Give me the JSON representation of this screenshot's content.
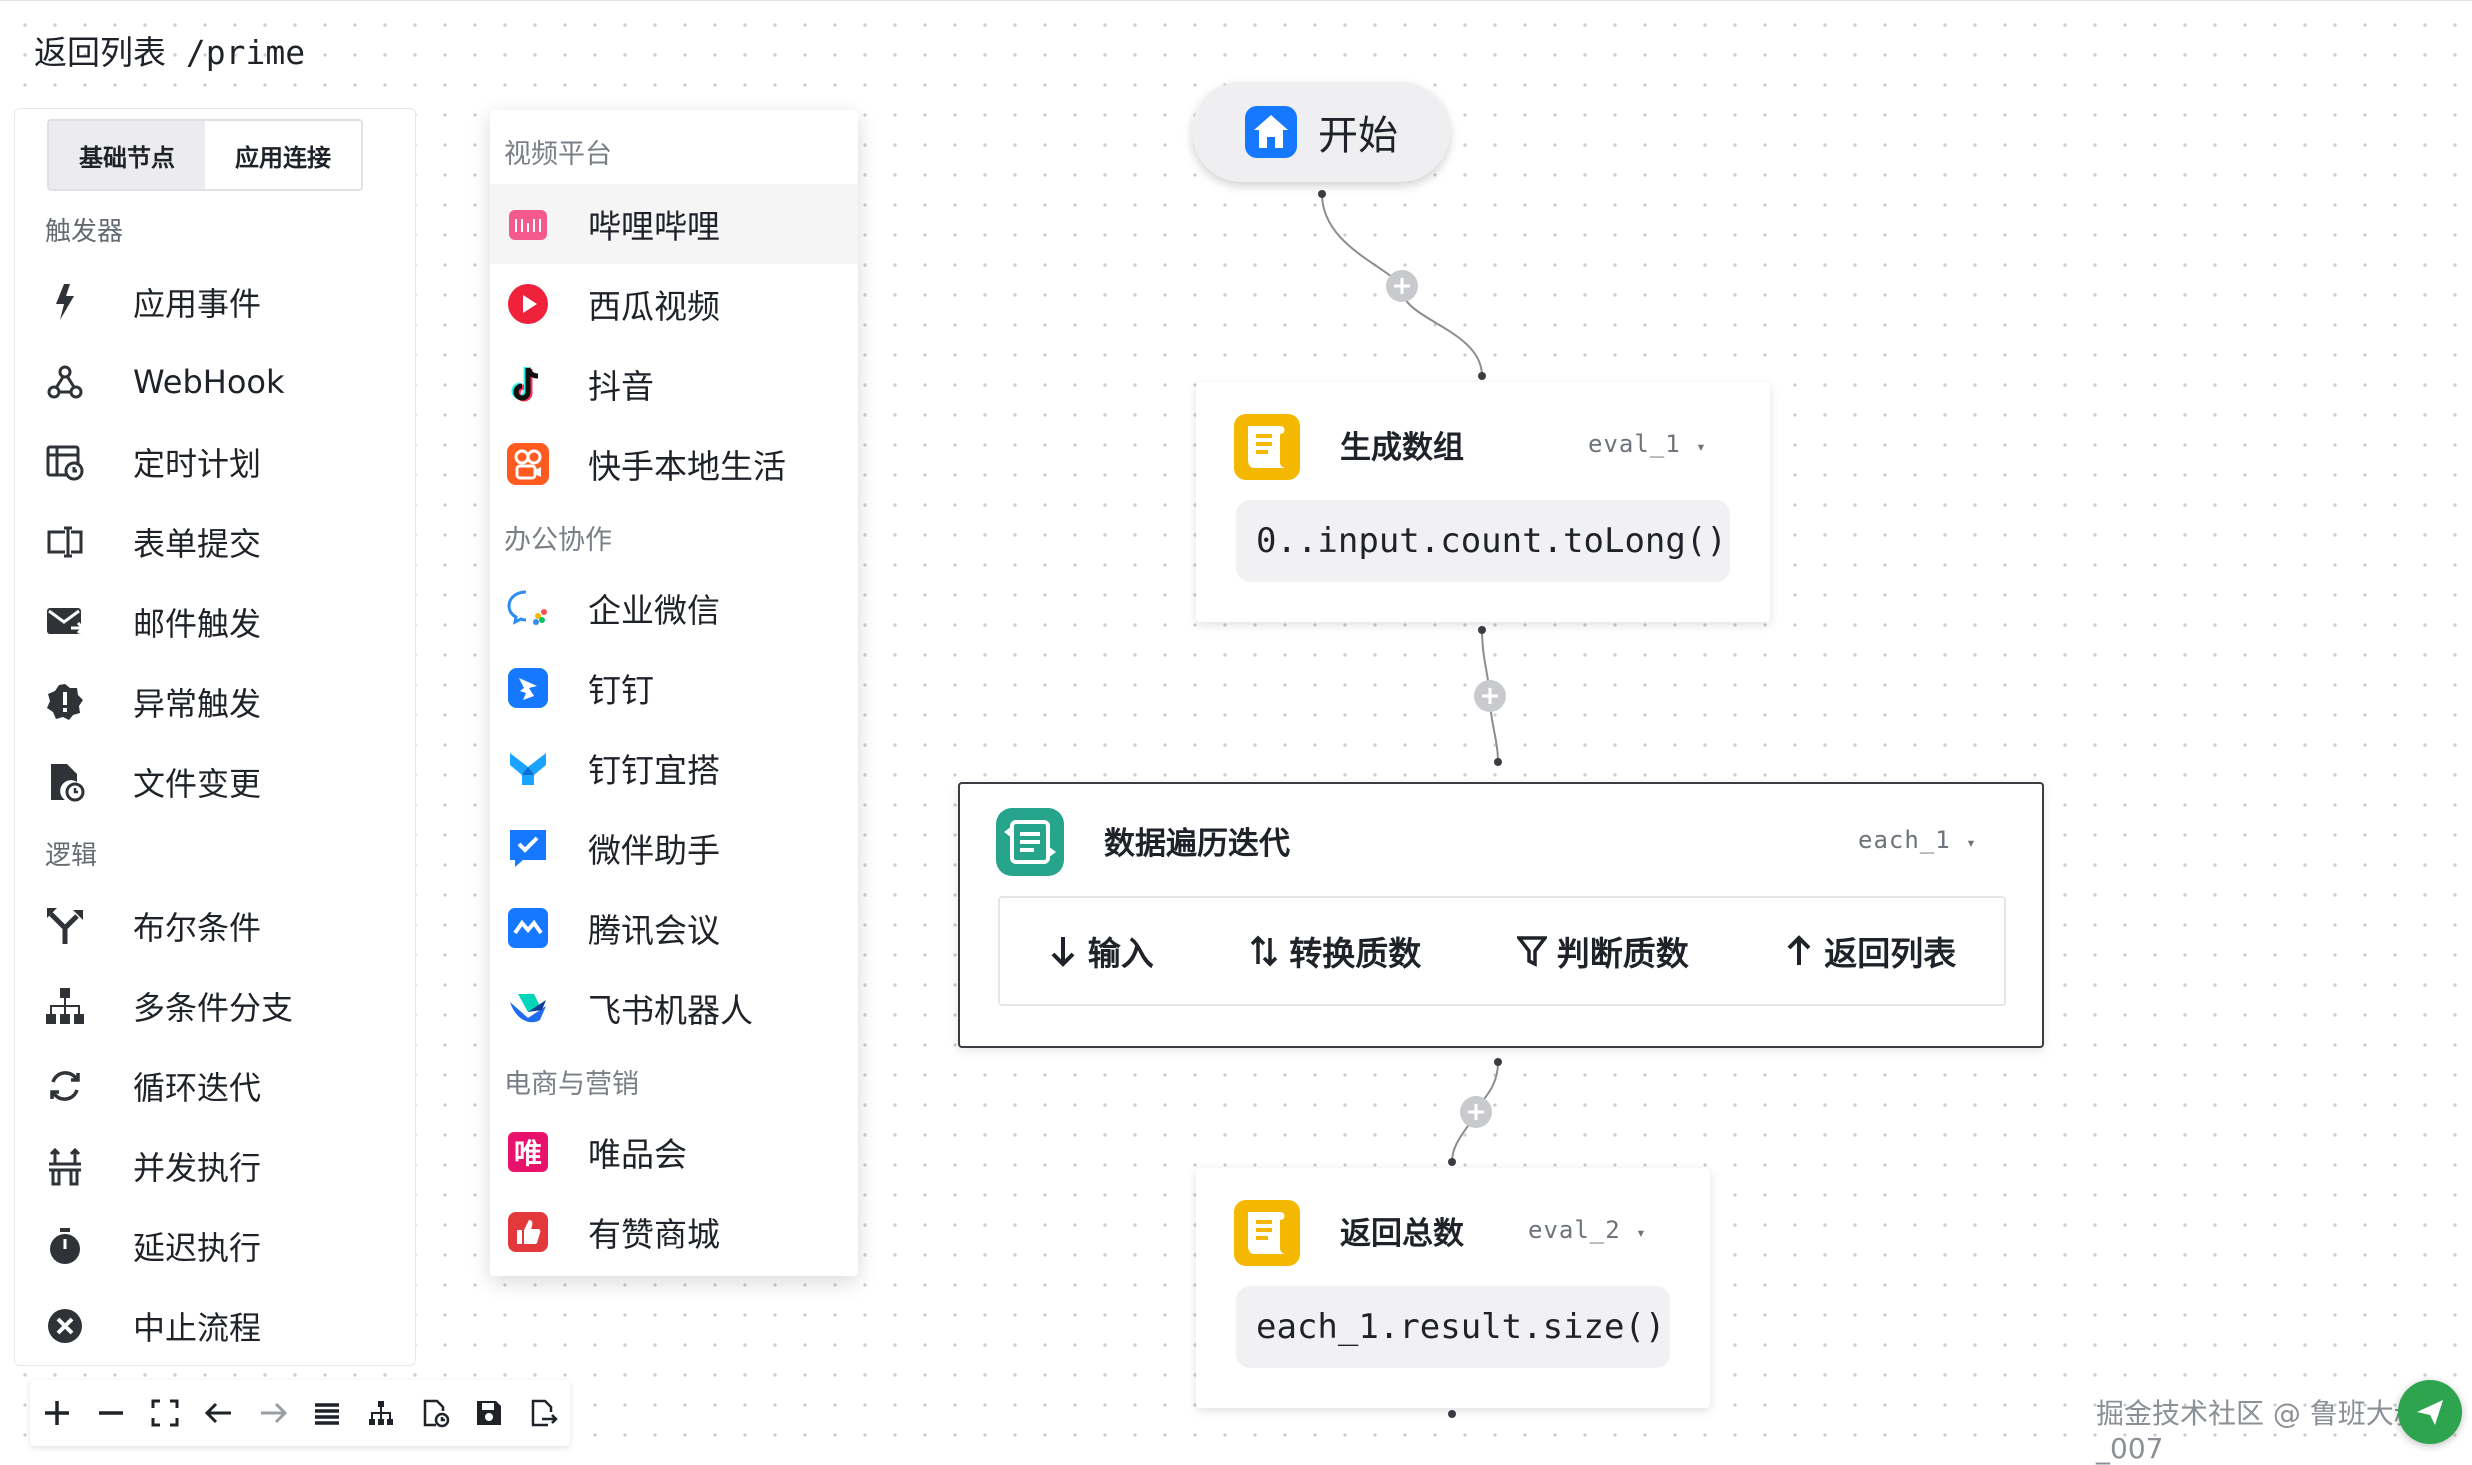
{
  "header": {
    "back_label": "返回列表",
    "route": "/prime"
  },
  "sidebar": {
    "tabs": [
      {
        "label": "基础节点"
      },
      {
        "label": "应用连接"
      }
    ],
    "sections": [
      {
        "title": "触发器",
        "items": [
          {
            "label": "应用事件",
            "icon": "lightning-icon"
          },
          {
            "label": "WebHook",
            "icon": "webhook-icon"
          },
          {
            "label": "定时计划",
            "icon": "calendar-clock-icon"
          },
          {
            "label": "表单提交",
            "icon": "form-input-icon"
          },
          {
            "label": "邮件触发",
            "icon": "mail-icon"
          },
          {
            "label": "异常触发",
            "icon": "alert-badge-icon"
          },
          {
            "label": "文件变更",
            "icon": "file-change-icon"
          }
        ]
      },
      {
        "title": "逻辑",
        "items": [
          {
            "label": "布尔条件",
            "icon": "fork-icon"
          },
          {
            "label": "多条件分支",
            "icon": "sitemap-icon"
          },
          {
            "label": "循环迭代",
            "icon": "loop-icon"
          },
          {
            "label": "并发执行",
            "icon": "parallel-icon"
          },
          {
            "label": "延迟执行",
            "icon": "timer-icon"
          },
          {
            "label": "中止流程",
            "icon": "close-circle-icon"
          }
        ]
      }
    ]
  },
  "menu": {
    "sections": [
      {
        "title": "视频平台",
        "items": [
          {
            "label": "哔哩哔哩",
            "icon": "bilibili-icon"
          },
          {
            "label": "西瓜视频",
            "icon": "xigua-icon"
          },
          {
            "label": "抖音",
            "icon": "douyin-icon"
          },
          {
            "label": "快手本地生活",
            "icon": "kuaishou-icon"
          }
        ]
      },
      {
        "title": "办公协作",
        "items": [
          {
            "label": "企业微信",
            "icon": "wecom-icon"
          },
          {
            "label": "钉钉",
            "icon": "dingtalk-icon"
          },
          {
            "label": "钉钉宜搭",
            "icon": "yida-icon"
          },
          {
            "label": "微伴助手",
            "icon": "weiban-icon"
          },
          {
            "label": "腾讯会议",
            "icon": "tencent-meeting-icon"
          },
          {
            "label": "飞书机器人",
            "icon": "feishu-icon"
          }
        ]
      },
      {
        "title": "电商与营销",
        "items": [
          {
            "label": "唯品会",
            "icon": "vip-icon",
            "glyph": "唯"
          },
          {
            "label": "有赞商城",
            "icon": "youzan-icon"
          }
        ]
      }
    ]
  },
  "flow": {
    "start": {
      "label": "开始"
    },
    "node1": {
      "title": "生成数组",
      "tag": "eval_1",
      "code": "0..input.count.toLong()"
    },
    "iter": {
      "title": "数据遍历迭代",
      "tag": "each_1",
      "steps": [
        {
          "label": "输入"
        },
        {
          "label": "转换质数"
        },
        {
          "label": "判断质数"
        },
        {
          "label": "返回列表"
        }
      ]
    },
    "node2": {
      "title": "返回总数",
      "tag": "eval_2",
      "code": "each_1.result.size()"
    }
  },
  "watermark": "掘金技术社区 @ 鲁班大叔_007",
  "colors": {
    "accent_blue": "#1677ff",
    "node_yellow": "#f5b800",
    "iter_teal": "#27a58c",
    "fab_green": "#2ea44f"
  }
}
